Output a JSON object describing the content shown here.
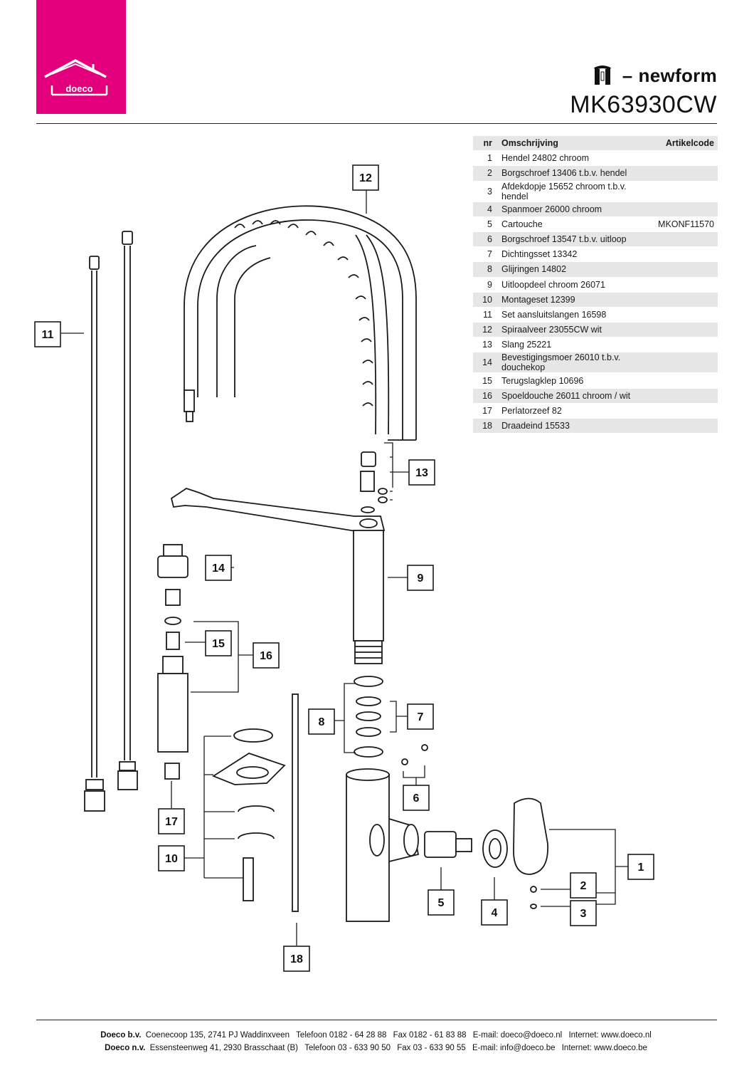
{
  "brand": {
    "logo_text": "doeco",
    "manufacturer": "newform",
    "separator": "–",
    "model": "MK63930CW"
  },
  "table": {
    "headers": {
      "nr": "nr",
      "description": "Omschrijving",
      "code": "Artikelcode"
    },
    "rows": [
      {
        "nr": "1",
        "description": "Hendel 24802 chroom",
        "code": ""
      },
      {
        "nr": "2",
        "description": "Borgschroef 13406 t.b.v. hendel",
        "code": ""
      },
      {
        "nr": "3",
        "description": "Afdekdopje 15652 chroom t.b.v. hendel",
        "code": ""
      },
      {
        "nr": "4",
        "description": "Spanmoer 26000 chroom",
        "code": ""
      },
      {
        "nr": "5",
        "description": "Cartouche",
        "code": "MKONF11570"
      },
      {
        "nr": "6",
        "description": "Borgschroef 13547 t.b.v. uitloop",
        "code": ""
      },
      {
        "nr": "7",
        "description": "Dichtingsset 13342",
        "code": ""
      },
      {
        "nr": "8",
        "description": "Glijringen 14802",
        "code": ""
      },
      {
        "nr": "9",
        "description": "Uitloopdeel chroom 26071",
        "code": ""
      },
      {
        "nr": "10",
        "description": "Montageset 12399",
        "code": ""
      },
      {
        "nr": "11",
        "description": "Set aansluitslangen 16598",
        "code": ""
      },
      {
        "nr": "12",
        "description": "Spiraalveer 23055CW wit",
        "code": ""
      },
      {
        "nr": "13",
        "description": "Slang 25221",
        "code": ""
      },
      {
        "nr": "14",
        "description": "Bevestigingsmoer 26010 t.b.v. douchekop",
        "code": ""
      },
      {
        "nr": "15",
        "description": "Terugslagklep 10696",
        "code": ""
      },
      {
        "nr": "16",
        "description": "Spoeldouche 26011 chroom / wit",
        "code": ""
      },
      {
        "nr": "17",
        "description": "Perlatorzeef 82",
        "code": ""
      },
      {
        "nr": "18",
        "description": "Draadeind 15533",
        "code": ""
      }
    ]
  },
  "callouts": {
    "c1": "1",
    "c2": "2",
    "c3": "3",
    "c4": "4",
    "c5": "5",
    "c6": "6",
    "c7": "7",
    "c8": "8",
    "c9": "9",
    "c10": "10",
    "c11": "11",
    "c12": "12",
    "c13": "13",
    "c14": "14",
    "c15": "15",
    "c16": "16",
    "c17": "17",
    "c18": "18"
  },
  "footer": {
    "line1": {
      "company": "Doeco b.v.",
      "address": "Coenecoop 135,   2741 PJ  Waddinxveen",
      "phone": "Telefoon 0182 - 64 28 88",
      "fax": "Fax 0182 - 61 83 88",
      "email": "E-mail: doeco@doeco.nl",
      "web": "Internet: www.doeco.nl"
    },
    "line2": {
      "company": "Doeco n.v.",
      "address": "Essensteenweg 41, 2930  Brasschaat (B)",
      "phone": "Telefoon 03 - 633 90 50",
      "fax": "Fax 03 - 633 90 55",
      "email": "E-mail: info@doeco.be",
      "web": "Internet: www.doeco.be"
    }
  },
  "colors": {
    "brand_pink": "#e4007d",
    "row_shade": "#e6e6e6",
    "ink": "#1a1a1a"
  }
}
